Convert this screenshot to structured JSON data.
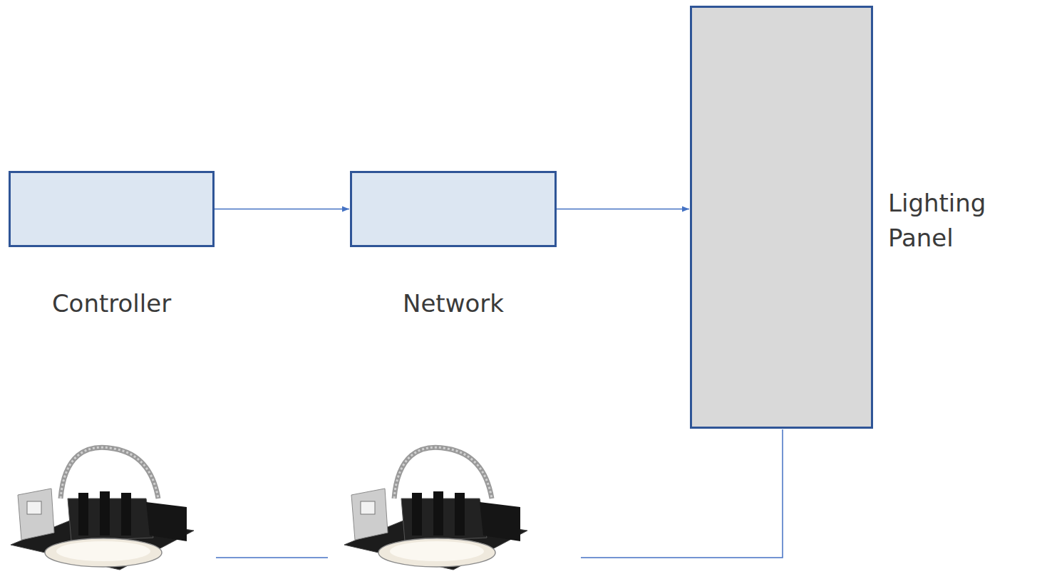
{
  "diagram": {
    "nodes": [
      {
        "text": [
          "Controller"
        ]
      },
      {
        "text": [
          "Network"
        ]
      },
      {
        "text": [
          "Lighting Panel"
        ]
      }
    ],
    "edges": [
      {
        "from": 0,
        "to": 1,
        "arrow": "to"
      },
      {
        "from": 1,
        "to": 2,
        "arrow": "to"
      }
    ]
  }
}
